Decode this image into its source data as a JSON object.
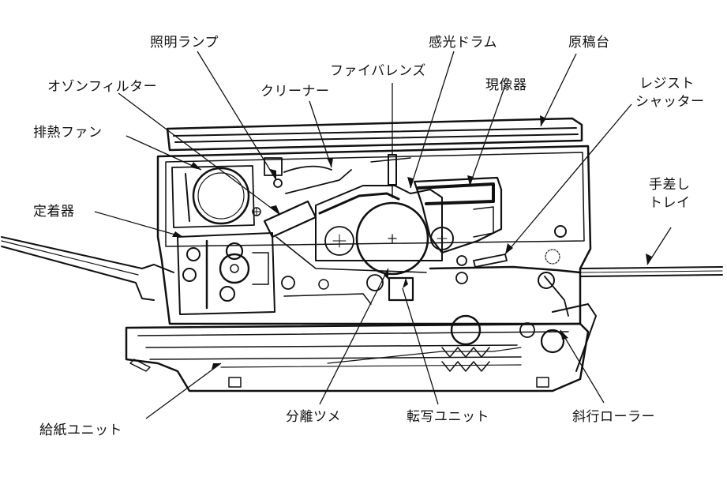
{
  "diagram": {
    "labels": {
      "lamp": "照明ランプ",
      "drum": "感光ドラム",
      "platen": "原稿台",
      "fiber_lens": "ファイバレンズ",
      "ozone_filter": "オゾンフィルター",
      "cleaner": "クリーナー",
      "developer": "現像器",
      "regist_line1": "レジスト",
      "regist_line2": "シャッター",
      "exhaust_fan": "排熱ファン",
      "fixer": "定着器",
      "manual_tray_line1": "手差し",
      "manual_tray_line2": "トレイ",
      "feed_unit": "給紙ユニット",
      "separator": "分離ツメ",
      "transfer_unit": "転写ユニット",
      "skew_roller": "斜行ローラー"
    },
    "colors": {
      "ink": "#111111",
      "paper": "#ffffff"
    }
  }
}
